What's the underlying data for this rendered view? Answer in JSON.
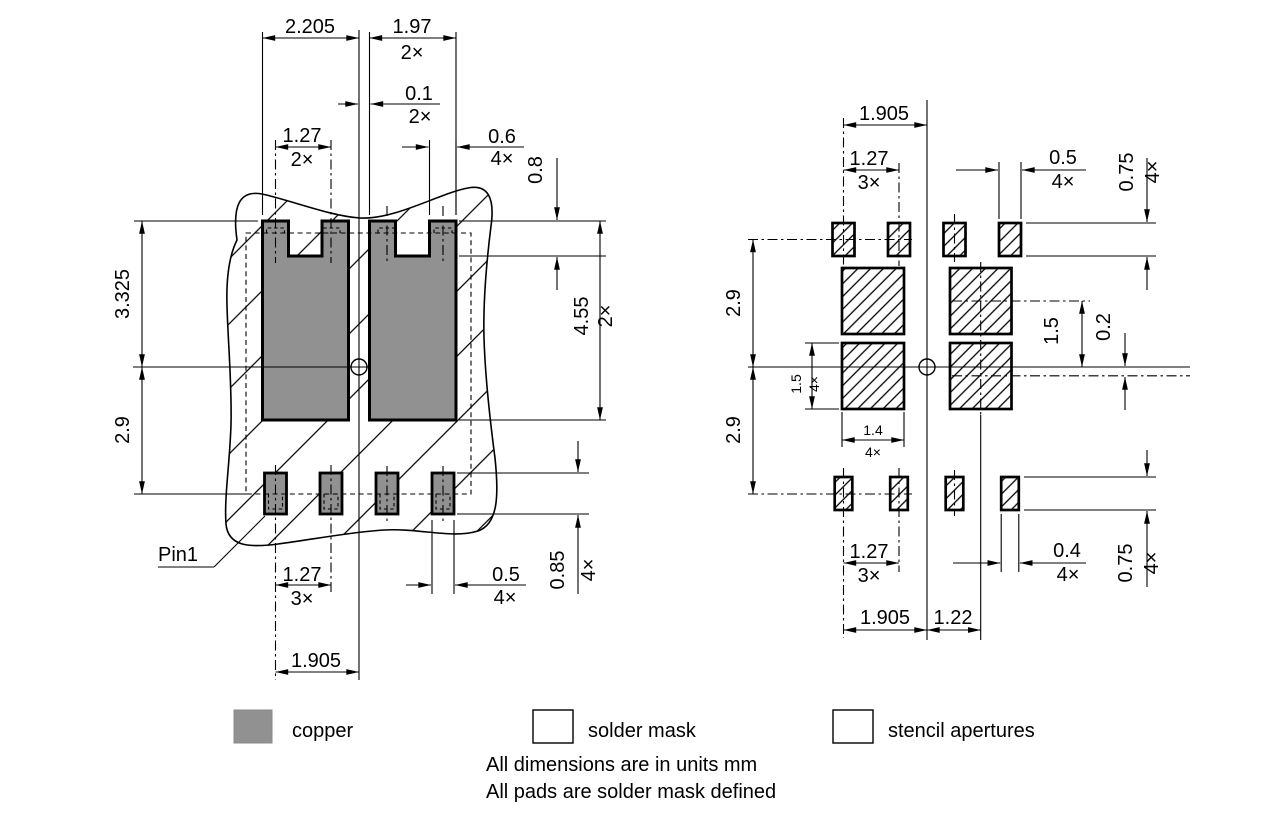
{
  "colors": {
    "copper": "#919191",
    "line": "#000000",
    "background": "#ffffff"
  },
  "left_view": {
    "pin1_label": "Pin1",
    "dims": {
      "left_pad_offset": {
        "value": "2.205"
      },
      "pad_width": {
        "value": "1.97",
        "count": "2×"
      },
      "center_gap": {
        "value": "0.1",
        "count": "2×"
      },
      "top_pitch": {
        "value": "1.27",
        "count": "2×"
      },
      "tab_width": {
        "value": "0.6",
        "count": "4×"
      },
      "notch_depth": {
        "value": "0.8"
      },
      "upper_height": {
        "value": "3.325"
      },
      "lower_height": {
        "value": "2.9"
      },
      "pad_height": {
        "value": "4.55",
        "count": "2×"
      },
      "pin_pad_height": {
        "value": "0.85",
        "count": "4×"
      },
      "pin_pad_width": {
        "value": "0.5",
        "count": "4×"
      },
      "pin_pitch": {
        "value": "1.27",
        "count": "3×"
      },
      "pin1_offset": {
        "value": "1.905"
      }
    }
  },
  "right_view": {
    "dims": {
      "top_offset": {
        "value": "1.905"
      },
      "top_pitch": {
        "value": "1.27",
        "count": "3×"
      },
      "top_ap_width": {
        "value": "0.5",
        "count": "4×"
      },
      "top_ap_height": {
        "value": "0.75",
        "count": "4×"
      },
      "upper_span": {
        "value": "2.9"
      },
      "lower_span": {
        "value": "2.9"
      },
      "upper_ap_offset": {
        "value": "1.5"
      },
      "lower_ap_offset": {
        "value": "0.2"
      },
      "ap_height": {
        "value": "1.5",
        "count": "4×"
      },
      "ap_width": {
        "value": "1.4",
        "count": "4×"
      },
      "bottom_pitch": {
        "value": "1.27",
        "count": "3×"
      },
      "bottom_ap_width": {
        "value": "0.4",
        "count": "4×"
      },
      "bottom_ap_height": {
        "value": "0.75",
        "count": "4×"
      },
      "bottom_offset": {
        "value": "1.905"
      },
      "column_offset": {
        "value": "1.22"
      }
    }
  },
  "legend": {
    "copper": "copper",
    "solder_mask": "solder mask",
    "stencil": "stencil apertures"
  },
  "notes": {
    "line1": "All dimensions are in units mm",
    "line2": "All pads are solder mask defined"
  }
}
